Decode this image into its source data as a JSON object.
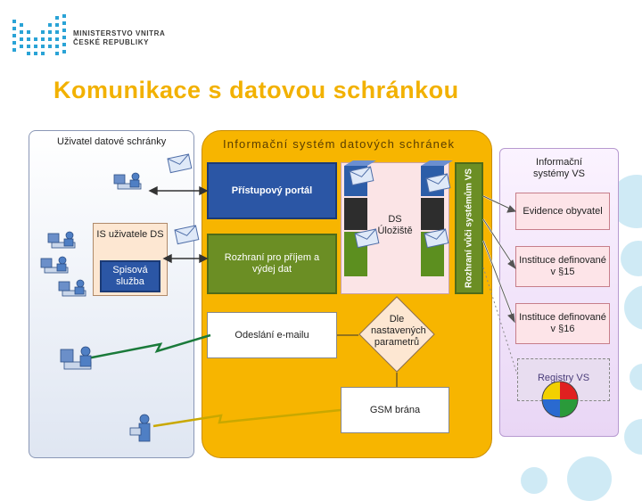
{
  "header": {
    "ministry_line1": "MINISTERSTVO VNITRA",
    "ministry_line2": "ČESKÉ REPUBLIKY",
    "title": "Komunikace s datovou schránkou"
  },
  "left_panel": {
    "title": "Uživatel datové schránky",
    "is_box_title": "IS uživatele DS",
    "spisova": "Spisová služba"
  },
  "center_panel": {
    "title": "Informační systém datových schránek",
    "portal": "Přístupový portál",
    "interface": "Rozhraní pro příjem a výdej dat",
    "storage": "DS Úložiště",
    "vertical": "Rozhraní vůči systémům VS",
    "email": "Odeslání e-mailu",
    "decision": "Dle nastavených parametrů",
    "gsm": "GSM brána"
  },
  "right_panel": {
    "title": "Informační systémy VS",
    "items": [
      "Evidence obyvatel",
      "Instituce definované v §15",
      "Instituce definované v §16"
    ],
    "registry": "Registry VS"
  },
  "colors": {
    "title_yellow": "#f2b100",
    "center_orange": "#f7b500",
    "portal_blue": "#2b56a5",
    "interface_green": "#6b8e24",
    "right_item_pink": "#fde4e8"
  }
}
